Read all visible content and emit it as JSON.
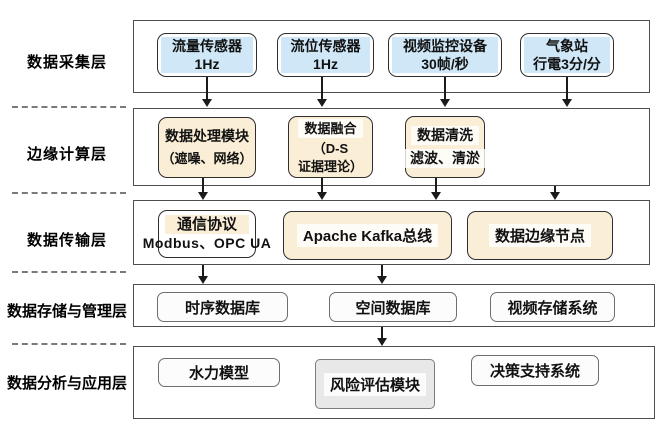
{
  "diagram": {
    "layers": [
      {
        "label": "数据采集层",
        "boxes": [
          {
            "lines": [
              "流量传感器",
              "1Hz"
            ]
          },
          {
            "lines": [
              "流位传感器",
              "1Hz"
            ]
          },
          {
            "lines": [
              "视频监控设备",
              "30帧/秒"
            ]
          },
          {
            "lines": [
              "气象站",
              "行電3分/分"
            ]
          }
        ]
      },
      {
        "label": "边缘计算层",
        "boxes": [
          {
            "lines": [
              "数据处理模块",
              "（遮噪、网络）"
            ]
          },
          {
            "lines": [
              "数据融合",
              "（D-S",
              "证据理论）"
            ]
          },
          {
            "lines": [
              "数据清洗",
              "滤波、清淤"
            ]
          }
        ]
      },
      {
        "label": "数据传输层",
        "boxes": [
          {
            "lines": [
              "通信协议",
              "Modbus、OPC UA"
            ]
          },
          {
            "lines": [
              "Apache Kafka总线"
            ]
          },
          {
            "lines": [
              "数据边缘节点"
            ]
          }
        ]
      },
      {
        "label": "数据存储与管理层",
        "boxes": [
          {
            "lines": [
              "时序数据库"
            ]
          },
          {
            "lines": [
              "空间数据库"
            ]
          },
          {
            "lines": [
              "视频存储系统"
            ]
          }
        ]
      },
      {
        "label": "数据分析与应用层",
        "boxes": [
          {
            "lines": [
              "水力模型"
            ]
          },
          {
            "lines": [
              "风险评估模块"
            ]
          },
          {
            "lines": [
              "决策支持系统"
            ]
          }
        ]
      }
    ],
    "colors": {
      "sensor_fill": "#cfe7f7",
      "edge_fill": "#fbeed6",
      "box_border": "#2e2e2e",
      "container_border": "#4f4f4f",
      "risk_fill": "#e8e8e8"
    }
  }
}
